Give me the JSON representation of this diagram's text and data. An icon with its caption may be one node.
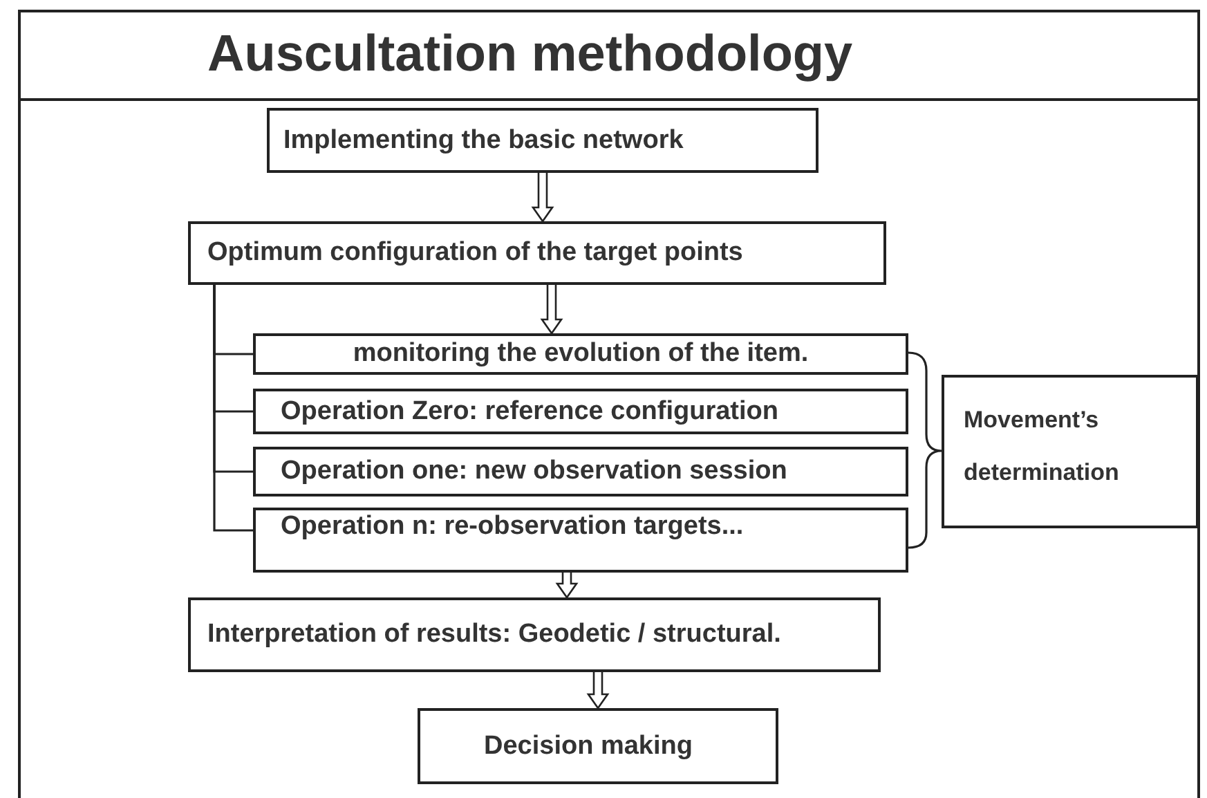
{
  "diagram": {
    "title": "Auscultation methodology",
    "nodes": [
      {
        "text": [
          "Implementing the basic network"
        ]
      },
      {
        "text": [
          "Optimum configuration of the target points"
        ]
      },
      {
        "text": [
          "monitoring the evolution of the item."
        ]
      },
      {
        "text": [
          "Operation Zero: reference configuration"
        ]
      },
      {
        "text": [
          "Operation one: new observation session"
        ]
      },
      {
        "text": [
          "Operation n: re-observation targets..."
        ]
      },
      {
        "text": [
          "Movement’s determination"
        ]
      },
      {
        "text": [
          "Interpretation of results: Geodetic / structural."
        ]
      },
      {
        "text": [
          "Decision making"
        ]
      }
    ],
    "edges": [
      {
        "from": 0,
        "to": 1,
        "arrow": "to",
        "style": "thick"
      },
      {
        "from": 1,
        "to": 2,
        "arrow": "to",
        "style": "thick"
      },
      {
        "from": 1,
        "to": 2,
        "arrow": "none"
      },
      {
        "from": 1,
        "to": 3,
        "arrow": "none"
      },
      {
        "from": 1,
        "to": 4,
        "arrow": "none"
      },
      {
        "from": 1,
        "to": 5,
        "arrow": "none"
      },
      {
        "from": 5,
        "to": 7,
        "arrow": "to",
        "style": "thick"
      },
      {
        "from": 7,
        "to": 8,
        "arrow": "to",
        "style": "thick"
      }
    ]
  }
}
